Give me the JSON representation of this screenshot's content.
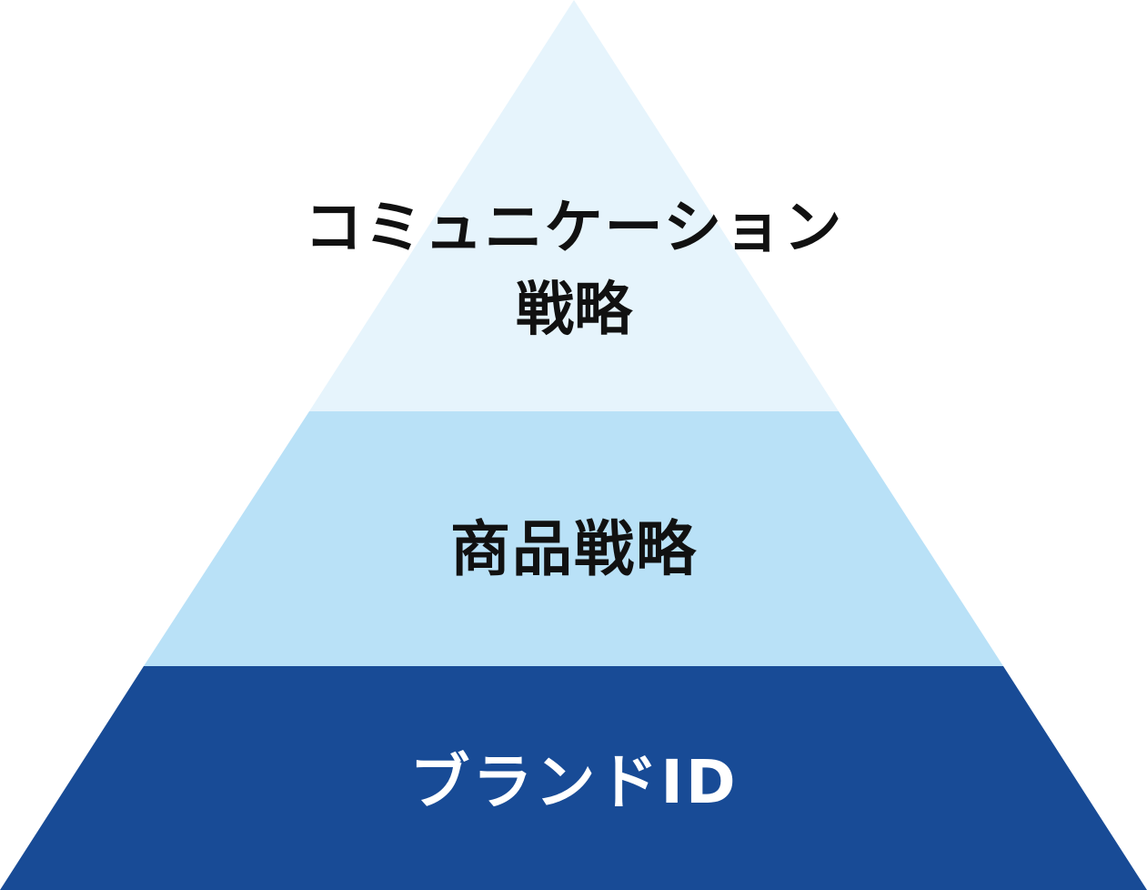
{
  "pyramid": {
    "tiers": [
      {
        "lines": [
          "コミュニケーション",
          "戦略"
        ],
        "fill": "#e6f4fc",
        "text_color": "#111111"
      },
      {
        "lines": [
          "商品戦略"
        ],
        "fill": "#b9e1f7",
        "text_color": "#111111"
      },
      {
        "lines": [
          "ブランドID"
        ],
        "fill": "#184b96",
        "text_color": "#ffffff"
      }
    ]
  }
}
